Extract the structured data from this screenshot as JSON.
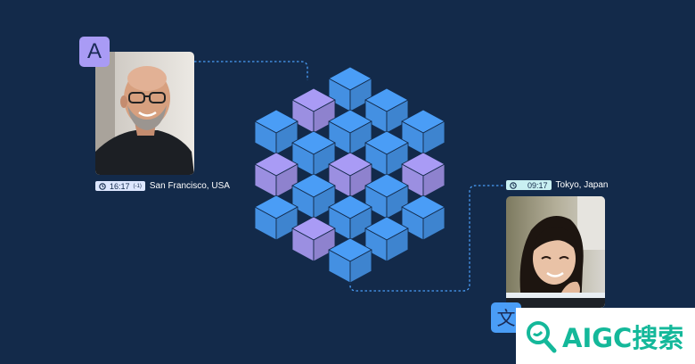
{
  "source_badge": {
    "letter": "A",
    "color": "#a99bf5"
  },
  "target_badge": {
    "letter": "文",
    "color": "#4a9df6"
  },
  "source_caption": {
    "time": "16:17",
    "offset": "(-1)",
    "location": "San Francisco, USA"
  },
  "target_caption": {
    "time": "09:17",
    "location": "Tokyo, Japan"
  },
  "cube_colors": {
    "blue": "#4a9df6",
    "purple": "#a99bf5"
  },
  "background_color": "#132a4a",
  "icons": {
    "clock": "clock-icon",
    "search": "search-icon"
  },
  "watermark": {
    "text": "AIGC搜索",
    "color": "#14b89a"
  }
}
